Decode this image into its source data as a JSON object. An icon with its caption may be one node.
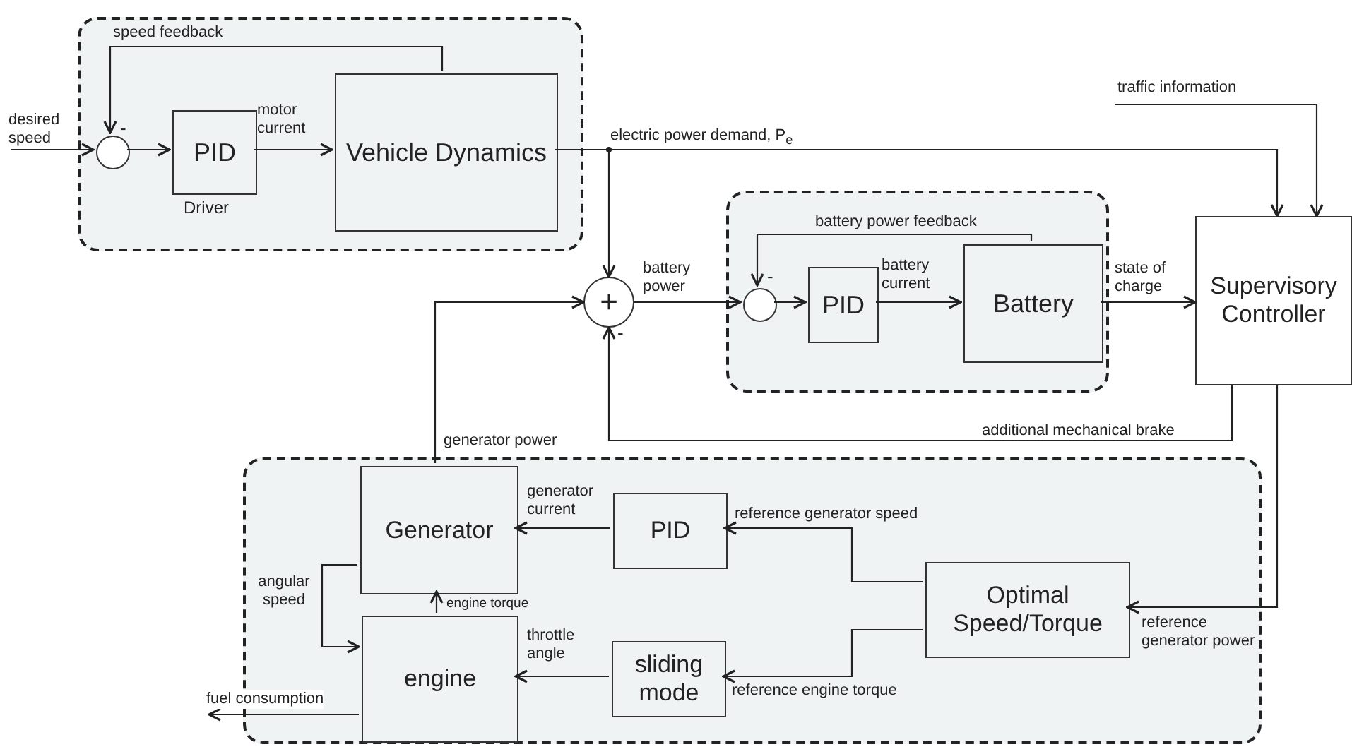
{
  "diagram": {
    "nodes": [
      {
        "text": [],
        "shape": "box"
      },
      {
        "text": [],
        "shape": "circle",
        "in": 0
      },
      {
        "text": [
          "PID"
        ],
        "in": 0,
        "beside": [
          "Driver"
        ]
      },
      {
        "text": [
          "Vehicle Dynamics"
        ],
        "in": 0
      },
      {
        "text": [
          "+"
        ]
      },
      {
        "text": [],
        "shape": "box"
      },
      {
        "text": [],
        "shape": "circle",
        "in": 5
      },
      {
        "text": [
          "PID"
        ],
        "in": 5
      },
      {
        "text": [
          "Battery"
        ],
        "in": 5
      },
      {
        "text": [
          "Supervisory Controller"
        ]
      },
      {
        "text": [],
        "shape": "box"
      },
      {
        "text": [
          "Generator"
        ],
        "in": 10
      },
      {
        "text": [
          "PID"
        ],
        "in": 10
      },
      {
        "text": [
          "engine"
        ],
        "in": 10
      },
      {
        "text": [
          "sliding mode"
        ],
        "in": 10
      },
      {
        "text": [
          "Optimal Speed/Torque"
        ],
        "in": 10
      }
    ],
    "edges": [
      {
        "from": null,
        "to": 1,
        "arrow": "to",
        "label": "desired speed"
      },
      {
        "from": 1,
        "to": 2,
        "arrow": "to"
      },
      {
        "from": 2,
        "to": 3,
        "arrow": "to",
        "label": "motor current"
      },
      {
        "from": 3,
        "to": 1,
        "arrow": "to",
        "label": "speed feedback"
      },
      {
        "from": 3,
        "to": 4,
        "arrow": "to"
      },
      {
        "from": 3,
        "to": 9,
        "arrow": "to",
        "label": "electric power demand, P$_{e}$"
      },
      {
        "from": 4,
        "to": 6,
        "arrow": "to",
        "label": "battery power"
      },
      {
        "from": 6,
        "to": 7,
        "arrow": "to"
      },
      {
        "from": 7,
        "to": 8,
        "arrow": "to",
        "label": "battery current"
      },
      {
        "from": 8,
        "to": 6,
        "arrow": "to",
        "label": "battery power feedback"
      },
      {
        "from": 8,
        "to": 9,
        "arrow": "to",
        "label": "state of charge"
      },
      {
        "from": null,
        "to": 9,
        "arrow": "to",
        "label": "traffic information"
      },
      {
        "from": 9,
        "to": 4,
        "arrow": "to",
        "label": "additional mechanical brake"
      },
      {
        "from": 9,
        "to": 15,
        "arrow": "to",
        "label": "reference generator power"
      },
      {
        "from": 11,
        "to": 4,
        "arrow": "to",
        "label": "generator power"
      },
      {
        "from": 12,
        "to": 11,
        "arrow": "to",
        "label": "generator current"
      },
      {
        "from": 15,
        "to": 12,
        "arrow": "to",
        "label": "reference generator speed"
      },
      {
        "from": 15,
        "to": 14,
        "arrow": "to",
        "label": "reference engine torque"
      },
      {
        "from": 14,
        "to": 13,
        "arrow": "to",
        "label": "throttle angle"
      },
      {
        "from": 13,
        "to": 11,
        "arrow": "to",
        "label": "engine torque"
      },
      {
        "from": 11,
        "to": 13,
        "arrow": "to",
        "label": "angular speed"
      },
      {
        "from": 13,
        "to": null,
        "arrow": "to",
        "label": "fuel consumption"
      }
    ],
    "labels": [
      "-",
      "-",
      "-"
    ]
  }
}
